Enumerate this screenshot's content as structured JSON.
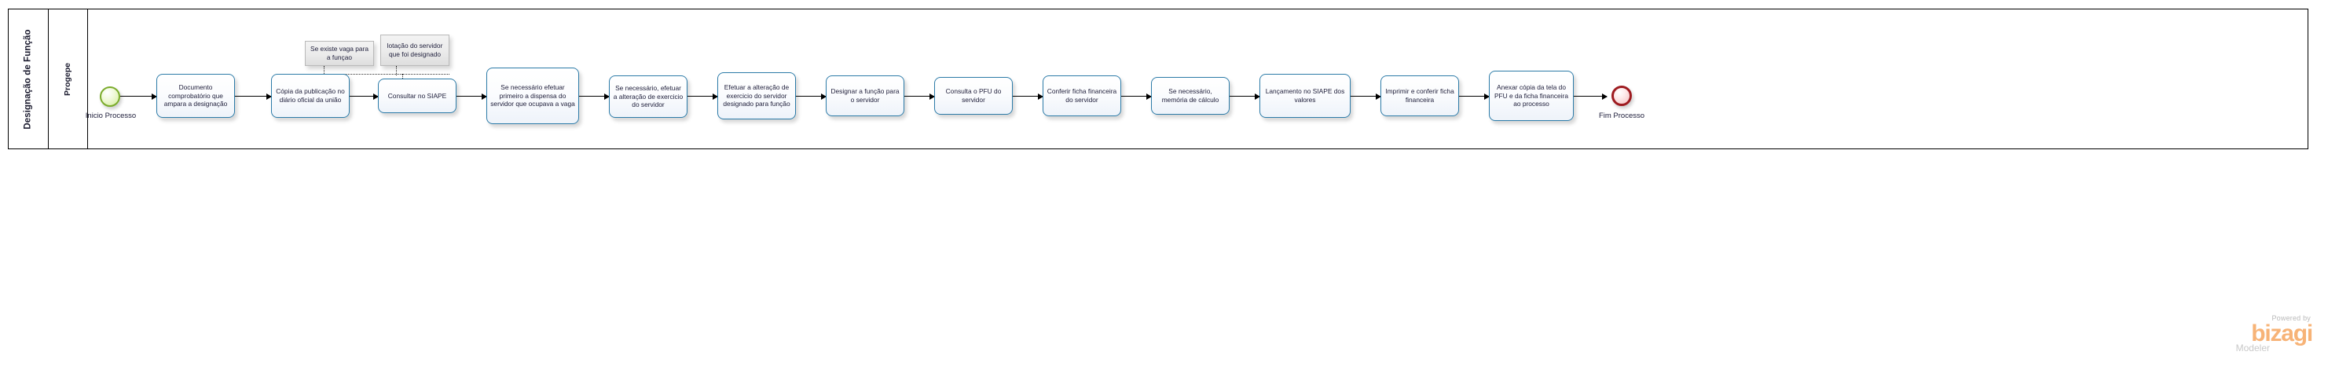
{
  "pool": {
    "label": "Designação de Função"
  },
  "lane": {
    "label": "Progepe"
  },
  "events": {
    "start": {
      "label": "Inicio Processo",
      "type": "start-event",
      "color": "#7aab2b"
    },
    "end": {
      "label": "Fim Processo",
      "type": "end-event",
      "color": "#9e1b20"
    }
  },
  "tasks": [
    {
      "id": "t1",
      "label": "Documento comprobatório que ampara a designação"
    },
    {
      "id": "t2",
      "label": "Cópia da publicação no diário oficial da união"
    },
    {
      "id": "t3",
      "label": "Consultar no SIAPE"
    },
    {
      "id": "t4",
      "label": "Se necessário efetuar primeiro a dispensa do servidor que ocupava a vaga"
    },
    {
      "id": "t5",
      "label": "Se necessário, efetuar a alteração de exercicio do servidor"
    },
    {
      "id": "t6",
      "label": "Efetuar a alteração de exercicio do servidor designado para função"
    },
    {
      "id": "t7",
      "label": "Designar a função para o servidor"
    },
    {
      "id": "t8",
      "label": "Consulta o PFU do servidor"
    },
    {
      "id": "t9",
      "label": "Conferir ficha financeira do servidor"
    },
    {
      "id": "t10",
      "label": "Se necessário, memória de cálculo"
    },
    {
      "id": "t11",
      "label": "Lançamento no SIAPE dos valores"
    },
    {
      "id": "t12",
      "label": "Imprimir e conferir ficha financeira"
    },
    {
      "id": "t13",
      "label": "Anexar cópia da tela do PFU e da ficha financeira ao processo"
    }
  ],
  "annotations": [
    {
      "id": "a1",
      "label": "Se existe vaga para a funçao"
    },
    {
      "id": "a2",
      "label": "lotação do servidor que foi designado"
    }
  ],
  "watermark": {
    "powered_by": "Powered by",
    "brand": "bizagi",
    "product": "Modeler",
    "brand_color": "#f7b377"
  }
}
